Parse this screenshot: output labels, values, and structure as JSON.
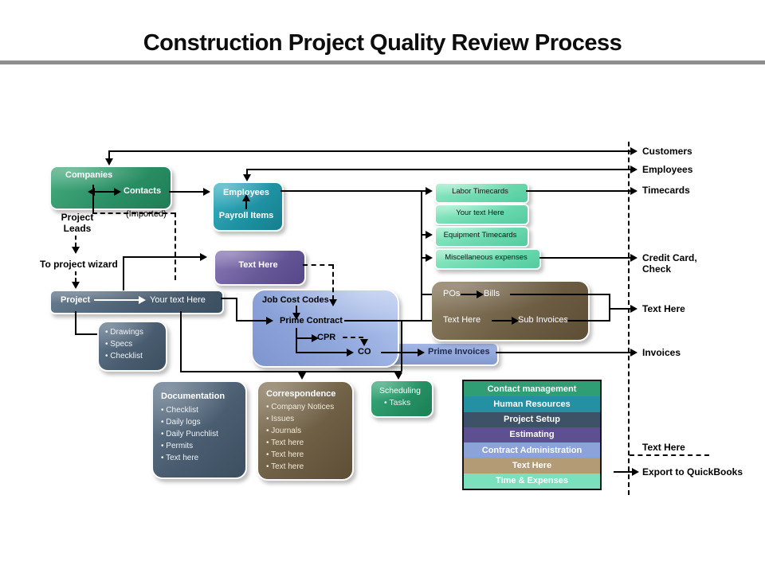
{
  "title": "Construction Project Quality Review Process",
  "left_flow": {
    "companies": "Companies",
    "contacts": "Contacts",
    "imported": "(Imported)",
    "project_leads": "Project Leads",
    "to_project_wizard": "To project wizard",
    "project": "Project",
    "your_text_here": "Your text Here",
    "drawings_items": [
      "Drawings",
      "Specs",
      "Checklist"
    ],
    "documentation_title": "Documentation",
    "documentation_items": [
      "Checklist",
      "Daily logs",
      "Daily Punchlist",
      "Permits",
      "Text here"
    ]
  },
  "center_flow": {
    "employees": "Employees",
    "payroll_items": "Payroll Items",
    "text_here_box": "Text Here",
    "job_cost_codes": "Job Cost Codes",
    "prime_contract": "Prime Contract",
    "cpr": "CPR",
    "co": "CO",
    "prime_invoices": "Prime Invoices",
    "correspondence_title": "Correspondence",
    "correspondence_items": [
      "Company Notices",
      "Issues",
      "Journals",
      "Text here",
      "Text here",
      "Text here"
    ],
    "scheduling": "Scheduling",
    "scheduling_item": "Tasks"
  },
  "right_flow": {
    "timecard_boxes": [
      "Labor Timecards",
      "Your text Here",
      "Equipment Timecards",
      "Miscellaneous expenses"
    ],
    "pos": "POs",
    "bills": "Bills",
    "text_here": "Text Here",
    "sub_invoices": "Sub Invoices"
  },
  "right_labels": {
    "customers": "Customers",
    "employees": "Employees",
    "timecards": "Timecards",
    "credit_card_check": "Credit Card, Check",
    "text_here_1": "Text Here",
    "invoices": "Invoices",
    "text_here_2": "Text Here",
    "export": "Export to QuickBooks"
  },
  "legend": [
    {
      "label": "Contact management",
      "color": "#2f9e74"
    },
    {
      "label": "Human Resources",
      "color": "#2391a2"
    },
    {
      "label": "Project Setup",
      "color": "#3d5266"
    },
    {
      "label": "Estimating",
      "color": "#5d4f90"
    },
    {
      "label": "Contract Administration",
      "color": "#8ba3d8"
    },
    {
      "label": "Text Here",
      "color": "#b39b76"
    },
    {
      "label": "Time & Expenses",
      "color": "#7be0bc"
    }
  ],
  "palette": {
    "title_rule_gray": "#8d8d8d",
    "companies_green": "#2b9066",
    "employees_teal": "#1f93a4",
    "timecard_mint": "#6cd9ae",
    "text_here_purple": "#675898",
    "project_slate": "#4a5d70",
    "job_cost_blue": "#8fa6dc",
    "po_brown": "#6e5f45",
    "scheduling_green": "#259164"
  }
}
